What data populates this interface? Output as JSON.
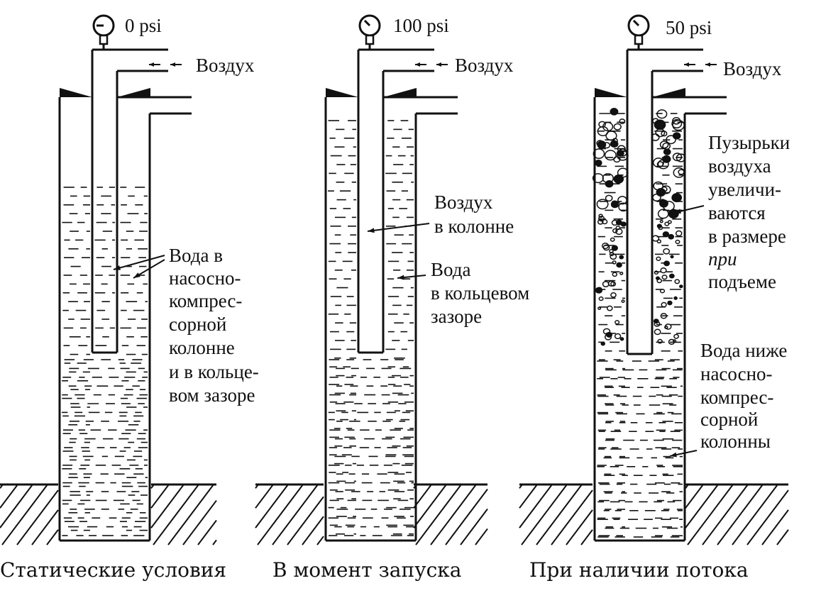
{
  "panels": [
    {
      "gauge_reading": "0 psi",
      "air_label": "Воздух",
      "caption": "Статические  условия",
      "callouts": [
        "Вода в",
        "насосно-",
        "компрес-",
        "сорной",
        "колонне",
        "и в кольце-",
        "вом зазоре"
      ]
    },
    {
      "gauge_reading": "100 psi",
      "air_label": "Воздух",
      "caption": "В момент запуска",
      "callout_air": [
        "Воздух",
        "в колонне"
      ],
      "callout_water": [
        "Вода",
        "в кольцевом",
        "зазоре"
      ]
    },
    {
      "gauge_reading": "50 psi",
      "air_label": "Воздух",
      "caption": "При наличии потока",
      "callout_bubbles": [
        "Пузырьки",
        "воздуха",
        "увеличи-",
        "ваются",
        "в размере",
        "при",
        "подъеме"
      ],
      "callout_water": [
        "Вода ниже",
        "насосно-",
        "компрес-",
        "сорной",
        "колонны"
      ]
    }
  ]
}
